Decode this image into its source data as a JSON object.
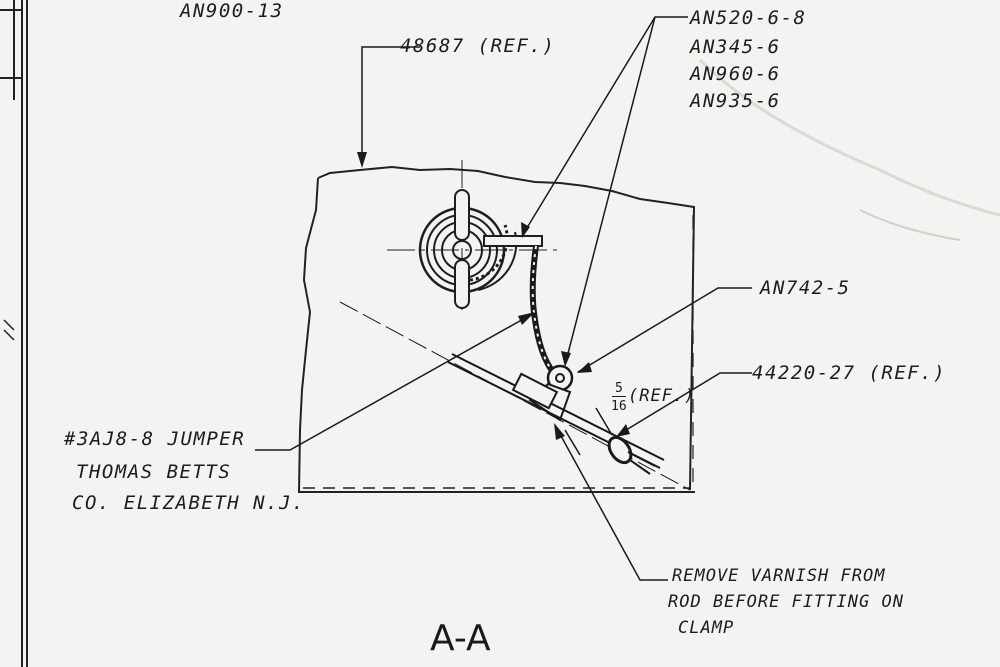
{
  "drawing": {
    "top_label": "AN900-13",
    "ref_panel": "48687 (REF.)",
    "hardware": [
      "AN520-6-8",
      "AN345-6",
      "AN960-6",
      "AN935-6"
    ],
    "clamp": "AN742-5",
    "rod_ref": "44220-27 (REF.)",
    "dimension": {
      "numerator": "5",
      "denominator": "16",
      "suffix": "(REF.)"
    },
    "jumper": [
      "#3AJ8-8 JUMPER",
      "THOMAS BETTS",
      "CO. ELIZABETH N.J."
    ],
    "note": [
      "REMOVE  VARNISH  FROM",
      "ROD  BEFORE  FITTING ON",
      "CLAMP"
    ],
    "view_label": "A-A"
  }
}
